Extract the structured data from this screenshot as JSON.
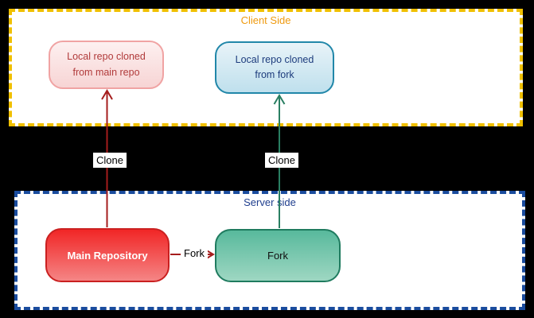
{
  "colors": {
    "canvas-bg": "#000000",
    "container-bg": "#ffffff",
    "client-border": "#f0c000",
    "client-title": "#ef9a0f",
    "server-border": "#1a4c9e",
    "server-title": "#1f3e8e",
    "pink-node-border": "#f0a3a3",
    "pink-node-top": "#fdf0f0",
    "pink-node-bottom": "#f7d4d4",
    "pink-node-text": "#b13b3b",
    "blue-node-border": "#2187a9",
    "blue-node-top": "#e8f3f8",
    "blue-node-bottom": "#bfe0ed",
    "blue-node-text": "#1d3c7d",
    "red-node-border": "#ca2020",
    "red-node-top": "#f12626",
    "red-node-bottom": "#f58585",
    "red-node-text": "#ffffff",
    "green-node-border": "#1f7b5f",
    "green-node-top": "#58b99c",
    "green-node-bottom": "#9ed7c2",
    "green-node-text": "#111111",
    "red-arrow": "#a51d1d",
    "green-arrow": "#2a7f62",
    "edge-label-bg": "#ffffff",
    "edge-label-text": "#000000"
  },
  "containers": {
    "client": {
      "title": "Client Side"
    },
    "server": {
      "title": "Server side"
    }
  },
  "nodes": {
    "local_main": {
      "label": "Local repo cloned from main repo"
    },
    "local_fork": {
      "label": "Local repo cloned from fork"
    },
    "main_repo": {
      "label": "Main Repository"
    },
    "fork": {
      "label": "Fork"
    }
  },
  "edges": {
    "clone_main": {
      "label": "Clone"
    },
    "clone_fork": {
      "label": "Clone"
    },
    "fork_edge": {
      "label": "Fork"
    }
  }
}
